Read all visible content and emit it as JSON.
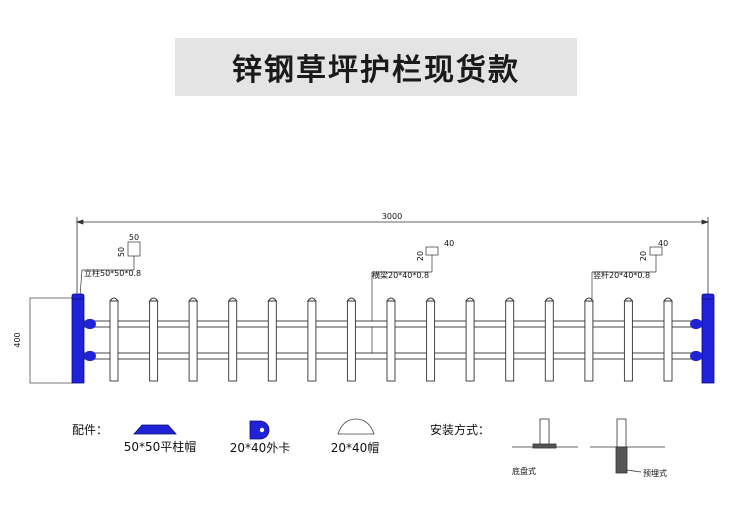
{
  "title": "锌钢草坪护栏现货款",
  "colors": {
    "post": "#1f22d6",
    "line": "#333333",
    "banner": "#e4e4e4"
  },
  "dimensions": {
    "overall_width": "3000",
    "height": "400",
    "post": {
      "label": "立柱50*50*0.8",
      "w": "50",
      "h": "50"
    },
    "rail": {
      "label": "横梁20*40*0.8",
      "w": "40",
      "h": "20"
    },
    "picket": {
      "label": "竖杆20*40*0.8",
      "w": "40",
      "h": "20"
    }
  },
  "fence": {
    "picket_count": 15
  },
  "accessories": {
    "heading": "配件：",
    "items": [
      {
        "label": "50*50平柱帽"
      },
      {
        "label": "20*40外卡"
      },
      {
        "label": "20*40帽"
      }
    ]
  },
  "installation": {
    "heading": "安装方式：",
    "methods": [
      {
        "label": "底盘式"
      },
      {
        "label": "预埋式"
      }
    ]
  }
}
